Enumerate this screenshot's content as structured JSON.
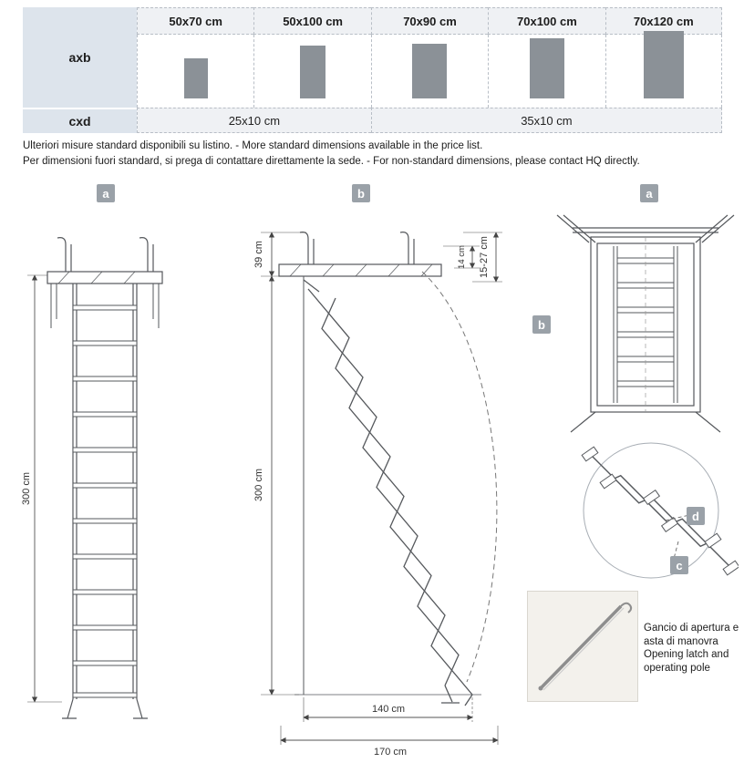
{
  "colors": {
    "rect": "#8b9197",
    "tag-bg": "#9aa1a8",
    "header-bg": "#eff1f4",
    "label-bg": "#dde4ec"
  },
  "table": {
    "axb_label": "axb",
    "cxd_label": "cxd",
    "columns": [
      "50x70 cm",
      "50x100 cm",
      "70x90 cm",
      "70x100 cm",
      "70x120 cm"
    ],
    "openings": [
      {
        "w": 26,
        "h": 44
      },
      {
        "w": 28,
        "h": 58
      },
      {
        "w": 38,
        "h": 60
      },
      {
        "w": 38,
        "h": 66
      },
      {
        "w": 44,
        "h": 74
      }
    ],
    "cxd_values": [
      {
        "label": "25x10 cm",
        "span": 2
      },
      {
        "label": "35x10 cm",
        "span": 3
      }
    ]
  },
  "notes": {
    "line1": "Ulteriori misure standard disponibili su listino. - More standard dimensions available in the price list.",
    "line2": "Per dimensioni fuori standard, si prega di contattare direttamente la sede. - For non-standard dimensions, please contact HQ directly."
  },
  "diagrams": {
    "front_view": {
      "tag": "a",
      "height": "300 cm"
    },
    "side_view": {
      "tag": "b",
      "top": "39 cm",
      "inner": "14 cm",
      "range": "15-27 cm",
      "height": "300 cm",
      "reach": "140 cm",
      "total": "170 cm"
    },
    "top_view": {
      "tag": "a",
      "side_tag": "b"
    },
    "detail": {
      "tag_d": "d",
      "tag_c": "c"
    },
    "pole_caption": [
      "Gancio di apertura e",
      "asta di manovra",
      "Opening latch and",
      "operating pole"
    ]
  }
}
